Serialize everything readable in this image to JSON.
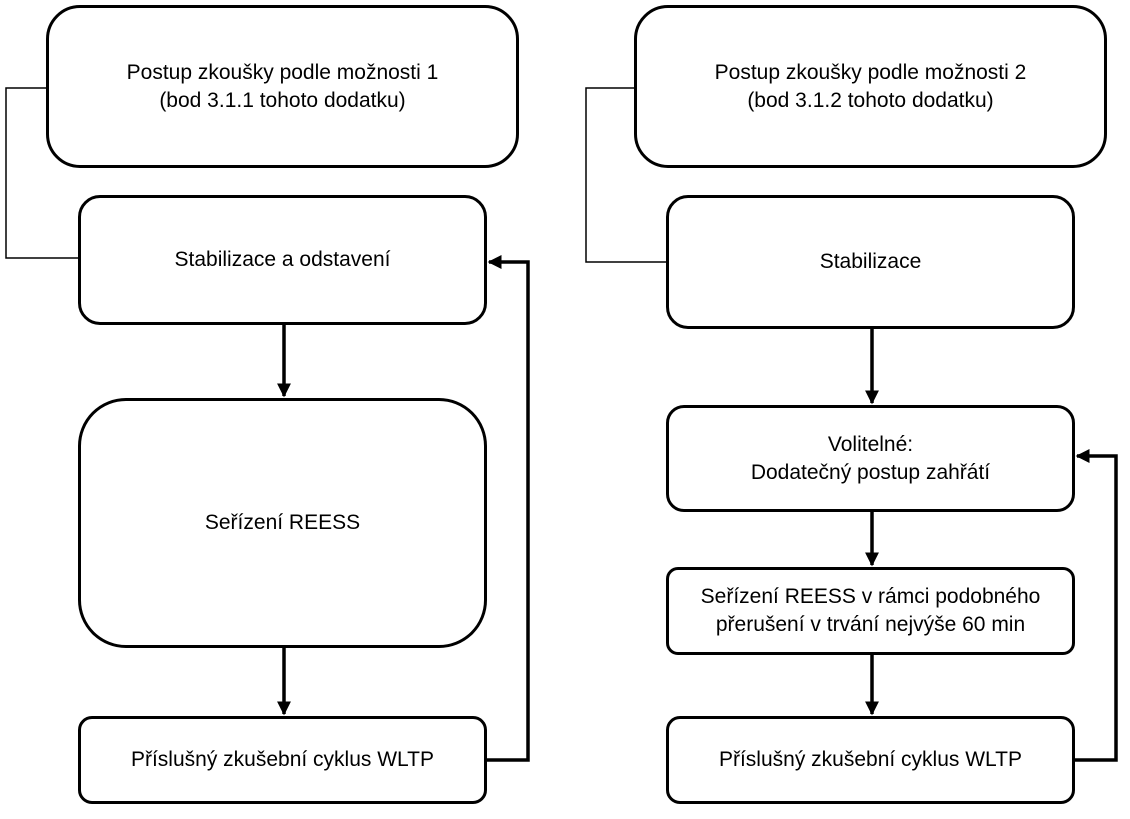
{
  "left": {
    "start": [
      "Postup zkoušky podle možnosti 1",
      "(bod 3.1.1 tohoto dodatku)"
    ],
    "stabilization": [
      "Stabilizace a odstavení"
    ],
    "adjustment": [
      "Seřízení REESS"
    ],
    "cycle": [
      "Příslušný zkušební cyklus WLTP"
    ]
  },
  "right": {
    "start": [
      "Postup zkoušky podle možnosti 2",
      "(bod 3.1.2 tohoto dodatku)"
    ],
    "stabilization": [
      "Stabilizace"
    ],
    "warmup": [
      "Volitelné:",
      "Dodatečný postup zahřátí"
    ],
    "adjustment": [
      "Seřízení REESS v rámci podobného",
      "přerušení v trvání nejvýše 60 min"
    ],
    "cycle": [
      "Příslušný zkušební cyklus WLTP"
    ]
  }
}
